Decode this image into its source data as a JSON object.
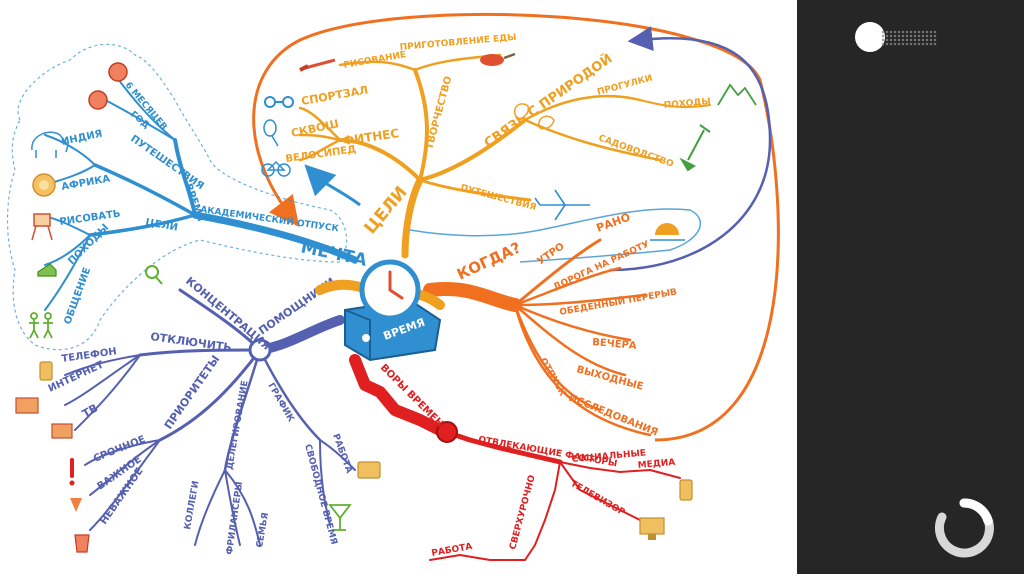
{
  "center": "ВРЕМЯ",
  "branches": {
    "dream": {
      "label": "МЕЧТА",
      "color": "#2f8fd0",
      "sub": {
        "sabbatical": "АКАДЕМИЧЕСКИЙ ОТПУСК",
        "time": "ВРЕМЯ",
        "six_months": "6 МЕСЯЦЕВ",
        "year": "ГОД",
        "travel": "ПУТЕШЕСТВИЯ",
        "india": "ИНДИЯ",
        "africa": "АФРИКА",
        "goals": "ЦЕЛИ",
        "draw": "РИСОВАТЬ",
        "hikes": "ПОХОДЫ",
        "communication": "ОБЩЕНИЕ"
      }
    },
    "goals": {
      "label": "ЦЕЛИ",
      "color": "#f0a020",
      "sub": {
        "fitness": "ФИТНЕС",
        "gym": "СПОРТЗАЛ",
        "squash": "СКВОШ",
        "bike": "ВЕЛОСИПЕД",
        "creativity": "ТВОРЧЕСТВО",
        "drawing": "РИСОВАНИЕ",
        "cooking": "ПРИГОТОВЛЕНИЕ ЕДЫ",
        "nature": "СВЯЗЬ С ПРИРОДОЙ",
        "walks": "ПРОГУЛКИ",
        "hikes": "ПОХОДЫ",
        "gardening": "САДОВОДСТВО",
        "travel": "ПУТЕШЕСТВИЯ"
      }
    },
    "when": {
      "label": "КОГДА?",
      "color": "#f07020",
      "sub": {
        "morning": "УТРО",
        "early": "РАНО",
        "commute": "ДОРОГА НА РАБОТУ",
        "lunch": "ОБЕДЕННЫЙ ПЕРЕРЫВ",
        "evenings": "ВЕЧЕРА",
        "weekends": "ВЫХОДНЫЕ",
        "vacation": "ОТПУСК",
        "research": "ИССЛЕДОВАНИЯ"
      }
    },
    "thieves": {
      "label": "ВОРЫ ВРЕМЕНИ",
      "color": "#e02020",
      "sub": {
        "distractions": "ОТВЛЕКАЮЩИЕ ФАКТОРЫ",
        "social": "СОЦИАЛЬНЫЕ",
        "media": "МЕДИА",
        "tv": "ТЕЛЕВИЗОР",
        "work": "РАБОТА",
        "overtime": "СВЕРХУРОЧНО"
      }
    },
    "helpers": {
      "label": "ПОМОЩНИКИ",
      "color": "#5560b0",
      "sub": {
        "concentration": "КОНЦЕНТРАЦИЯ",
        "disconnect": "ОТКЛЮЧИТЬ",
        "phone": "ТЕЛЕФОН",
        "internet": "ИНТЕРНЕТ",
        "tv": "ТВ",
        "priorities": "ПРИОРИТЕТЫ",
        "urgent": "СРОЧНОЕ",
        "important": "ВАЖНОЕ",
        "unimportant": "НЕВАЖНОЕ",
        "delegation": "ДЕЛЕГИРОВАНИЕ",
        "colleagues": "КОЛЛЕГИ",
        "freelancers": "ФРИЛАНСЕРЫ",
        "family": "СЕМЬЯ",
        "schedule": "ГРАФИК",
        "work": "РАБОТА",
        "free_time": "СВОБОДНОЕ ВРЕМЯ"
      }
    }
  },
  "icons": [
    "clock-icon",
    "elephant-icon",
    "lion-icon",
    "easel-icon",
    "shoe-icon",
    "people-icon",
    "airplane-icon",
    "sun-icon",
    "mountain-icon",
    "shovel-icon",
    "leaf-icon",
    "dumbbell-icon",
    "racket-icon",
    "bicycle-icon",
    "pan-icon",
    "brush-icon",
    "alarm-icon",
    "phone-icon",
    "computer-icon",
    "tv-icon",
    "exclamation-icon",
    "bin-icon",
    "briefcase-icon",
    "cocktail-icon",
    "magnifier-icon",
    "toggle-icon",
    "loading-ring-icon"
  ]
}
